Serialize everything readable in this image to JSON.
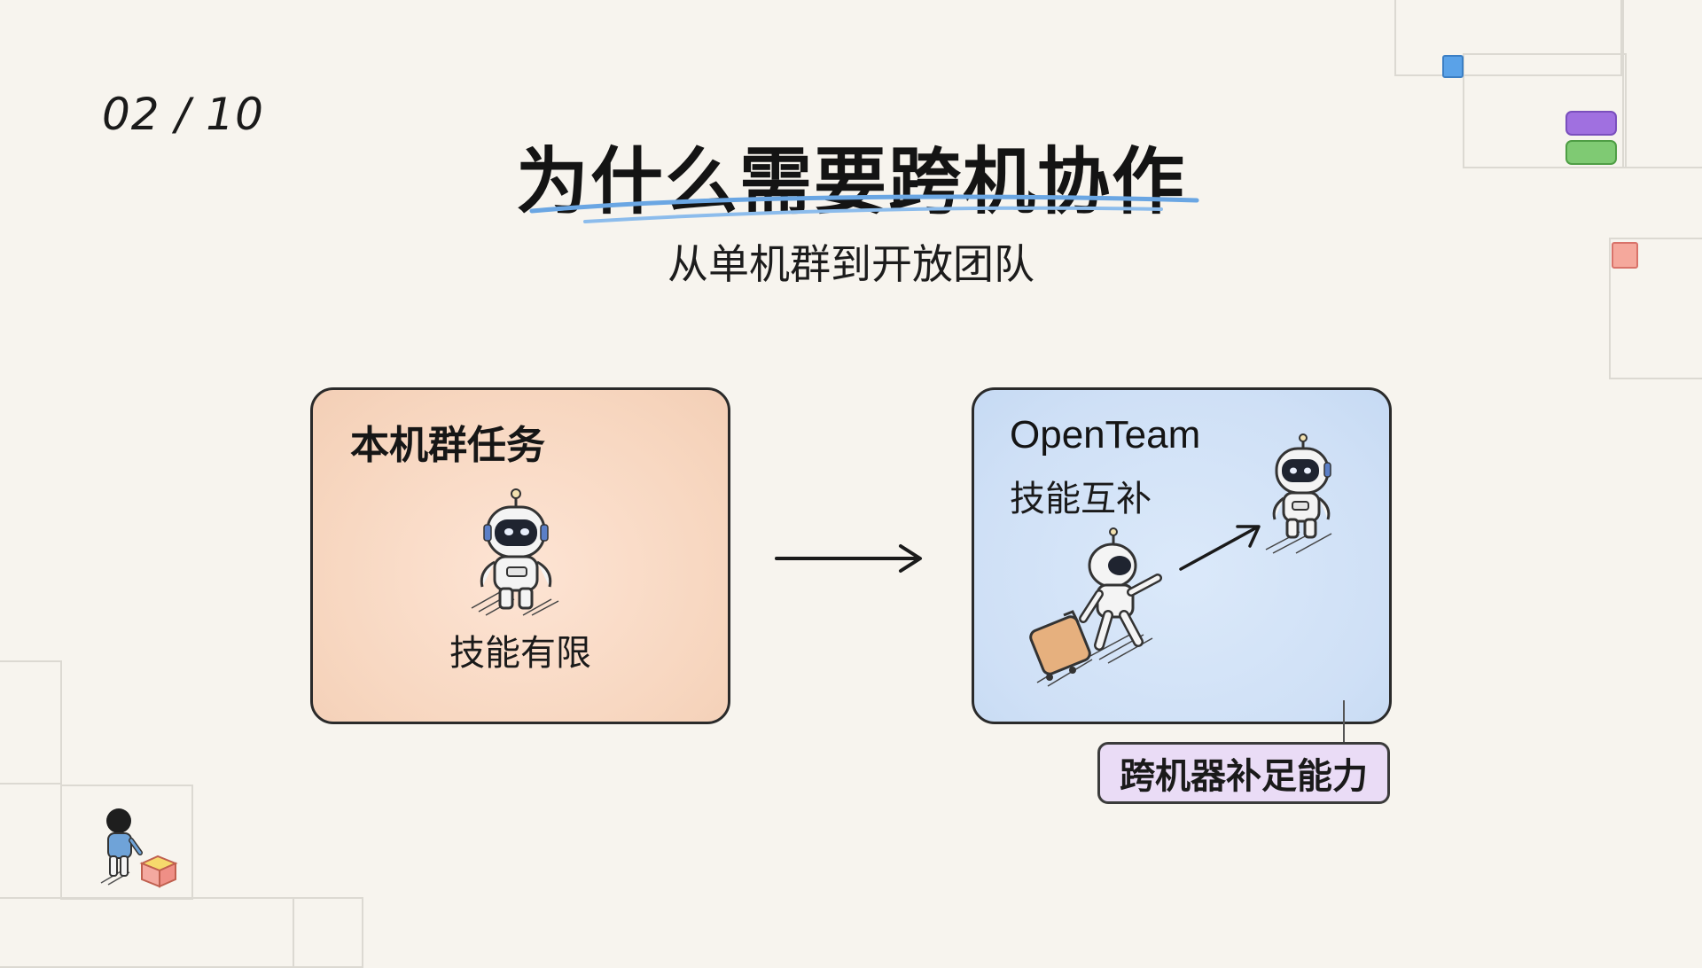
{
  "slide": {
    "page_indicator": "02 / 10",
    "title": "为什么需要跨机协作",
    "subtitle": "从单机群到开放团队"
  },
  "left_card": {
    "title": "本机群任务",
    "caption": "技能有限",
    "icon": "robot-icon",
    "color": "#f7d6bf"
  },
  "arrow": {
    "icon": "arrow-right-icon"
  },
  "right_card": {
    "title": "OpenTeam",
    "subtitle": "技能互补",
    "icons": [
      "robot-with-luggage-icon",
      "robot-icon",
      "arrow-diagonal-icon"
    ],
    "color": "#cfe0f6"
  },
  "tag": {
    "label": "跨机器补足能力",
    "color": "#eadcf6"
  },
  "decor": {
    "accent_colors": [
      "#5aa2e8",
      "#a070e0",
      "#70c070",
      "#f29a8e"
    ],
    "corner_icons": [
      "person-icon",
      "box-icon"
    ]
  }
}
